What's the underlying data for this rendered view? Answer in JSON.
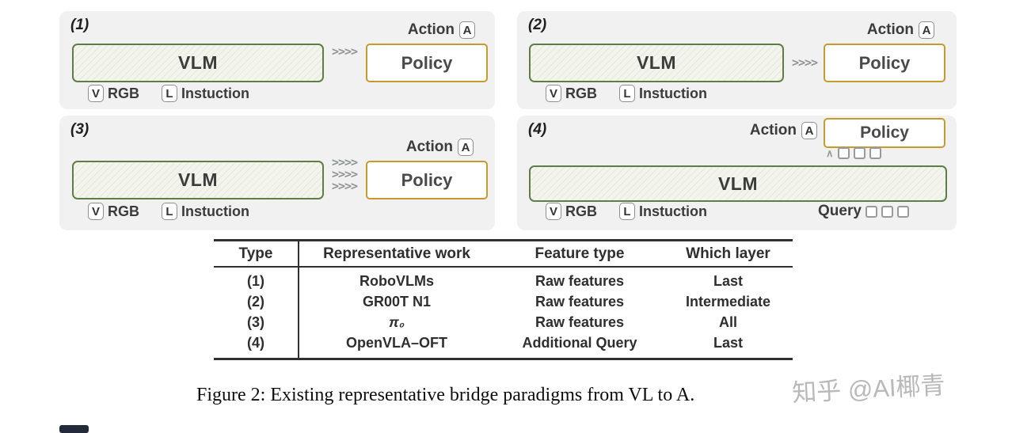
{
  "colors": {
    "panel_bg": "#f1f1f2",
    "vlm_border": "#5f7d44",
    "policy_border": "#c79a2e",
    "table_line": "#2f2f2f",
    "watermark_gray": "#b9b9b9"
  },
  "panels": [
    {
      "id": "(1)",
      "vlm": "VLM",
      "policy": "Policy",
      "action": "Action",
      "action_badge": "A",
      "arrow": ">>>>",
      "inputs": [
        {
          "badge": "V",
          "label": "RGB"
        },
        {
          "badge": "L",
          "label": "Instuction"
        }
      ]
    },
    {
      "id": "(2)",
      "vlm": "VLM",
      "policy": "Policy",
      "action": "Action",
      "action_badge": "A",
      "arrow": ">>>>",
      "inputs": [
        {
          "badge": "V",
          "label": "RGB"
        },
        {
          "badge": "L",
          "label": "Instuction"
        }
      ]
    },
    {
      "id": "(3)",
      "vlm": "VLM",
      "policy": "Policy",
      "action": "Action",
      "action_badge": "A",
      "arrow": ">>>>",
      "inputs": [
        {
          "badge": "V",
          "label": "RGB"
        },
        {
          "badge": "L",
          "label": "Instuction"
        }
      ]
    },
    {
      "id": "(4)",
      "vlm": "VLM",
      "policy": "Policy",
      "action": "Action",
      "action_badge": "A",
      "caret": "∧",
      "query_label": "Query",
      "inputs": [
        {
          "badge": "V",
          "label": "RGB"
        },
        {
          "badge": "L",
          "label": "Instuction"
        }
      ]
    }
  ],
  "table": {
    "headers": [
      "Type",
      "Representative work",
      "Feature type",
      "Which layer"
    ],
    "rows": [
      [
        "(1)",
        "RoboVLMs",
        "Raw features",
        "Last"
      ],
      [
        "(2)",
        "GR00T N1",
        "Raw features",
        "Intermediate"
      ],
      [
        "(3)",
        "π₀",
        "Raw features",
        "All"
      ],
      [
        "(4)",
        "OpenVLA–OFT",
        "Additional Query",
        "Last"
      ]
    ]
  },
  "caption": "Figure 2: Existing representative bridge paradigms from VL to A.",
  "watermark": "知乎 @AI椰青"
}
